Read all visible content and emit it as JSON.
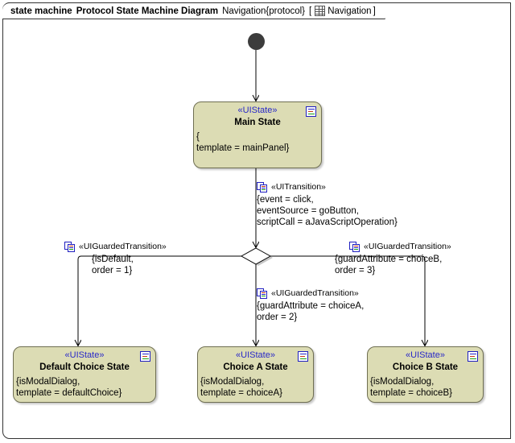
{
  "frame": {
    "kind": "state machine",
    "diagram_name": "Protocol State Machine Diagram",
    "qualified_name": "Navigation{protocol}",
    "bracket_open": "[",
    "bracket_close": "]",
    "context_icon": "table-grid-icon",
    "context_name": "Navigation"
  },
  "nodes": {
    "initial": {
      "name": "initial-pseudostate"
    },
    "main_state": {
      "stereotype": "«UIState»",
      "name": "Main State",
      "properties": "{\ntemplate = mainPanel}",
      "badge_icon": "property-list-icon"
    },
    "default_choice_state": {
      "stereotype": "«UIState»",
      "name": "Default Choice State",
      "properties": "{isModalDialog,\ntemplate = defaultChoice}",
      "badge_icon": "property-list-icon"
    },
    "choice_a_state": {
      "stereotype": "«UIState»",
      "name": "Choice A State",
      "properties": "{isModalDialog,\ntemplate = choiceA}",
      "badge_icon": "property-list-icon"
    },
    "choice_b_state": {
      "stereotype": "«UIState»",
      "name": "Choice B State",
      "properties": "{isModalDialog,\ntemplate = choiceB}",
      "badge_icon": "property-list-icon"
    },
    "choice_point": {
      "name": "choice-pseudostate"
    }
  },
  "transitions": {
    "main_to_choice": {
      "stereotype": "«UITransition»",
      "body": "{event = click,\neventSource = goButton,\nscriptCall = aJavaScriptOperation}",
      "icon": "transition-icon"
    },
    "to_default": {
      "stereotype": "«UIGuardedTransition»",
      "body": "{isDefault,\norder = 1}",
      "icon": "transition-icon"
    },
    "to_choice_a": {
      "stereotype": "«UIGuardedTransition»",
      "body": "{guardAttribute = choiceA,\norder = 2}",
      "icon": "transition-icon"
    },
    "to_choice_b": {
      "stereotype": "«UIGuardedTransition»",
      "body": "{guardAttribute = choiceB,\norder = 3}",
      "icon": "transition-icon"
    }
  },
  "colors": {
    "state_fill": "#dcdcb4",
    "state_border": "#6f6f52",
    "stereotype_text": "#2828c8",
    "initial_node": "#3c3c3c",
    "connector": "#000000",
    "frame_border": "#333333"
  }
}
